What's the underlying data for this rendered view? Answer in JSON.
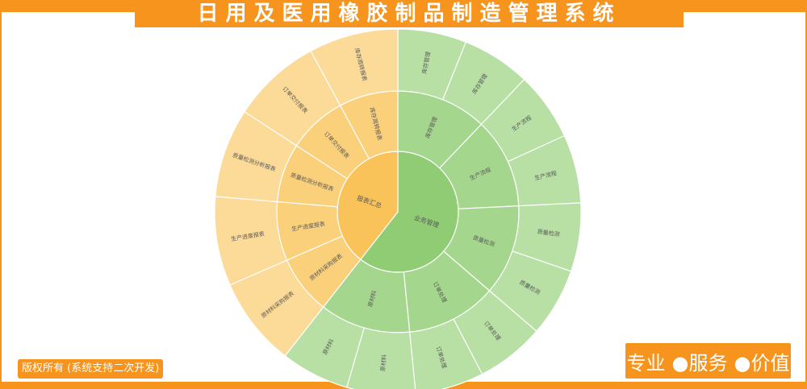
{
  "header": {
    "title": "日用及医用橡胶制品制造管理系统"
  },
  "footer": {
    "copyright": "版权所有 (系统支持二次开发)"
  },
  "slogan": {
    "items": [
      "专业",
      "●服务",
      "●价值"
    ]
  },
  "colors": {
    "accent": "#f7941d",
    "green_inner": "#8fcc74",
    "green_mid": "#a5d68d",
    "green_outer": "#b8e0a4",
    "orange_inner": "#f9c35a",
    "orange_mid": "#fbd07b",
    "orange_outer": "#fcda97"
  },
  "chart_data": {
    "type": "sunburst",
    "children": [
      {
        "name": "业务管理",
        "group": "green",
        "children": [
          {
            "name": "库存管理",
            "children": [
              {
                "name": "库存管理"
              },
              {
                "name": "库存管理"
              }
            ]
          },
          {
            "name": "生产流程",
            "children": [
              {
                "name": "生产流程"
              },
              {
                "name": "生产流程"
              }
            ]
          },
          {
            "name": "质量检测",
            "children": [
              {
                "name": "质量检测"
              },
              {
                "name": "质量检测"
              }
            ]
          },
          {
            "name": "订单处理",
            "children": [
              {
                "name": "订单处理"
              },
              {
                "name": "订单处理"
              }
            ]
          },
          {
            "name": "原材料",
            "children": [
              {
                "name": "原材料"
              },
              {
                "name": "原材料"
              }
            ]
          }
        ]
      },
      {
        "name": "报表汇总",
        "group": "orange",
        "children": [
          {
            "name": "原材料采购报表",
            "children": [
              {
                "name": "原材料采购报表"
              }
            ]
          },
          {
            "name": "生产进度报表",
            "children": [
              {
                "name": "生产进度报表"
              }
            ]
          },
          {
            "name": "质量检测分析报表",
            "children": [
              {
                "name": "质量检测分析报表"
              }
            ]
          },
          {
            "name": "订单交付报表",
            "children": [
              {
                "name": "订单交付报表"
              }
            ]
          },
          {
            "name": "库存周转报表",
            "children": [
              {
                "name": "库存周转报表"
              }
            ]
          }
        ]
      }
    ]
  }
}
